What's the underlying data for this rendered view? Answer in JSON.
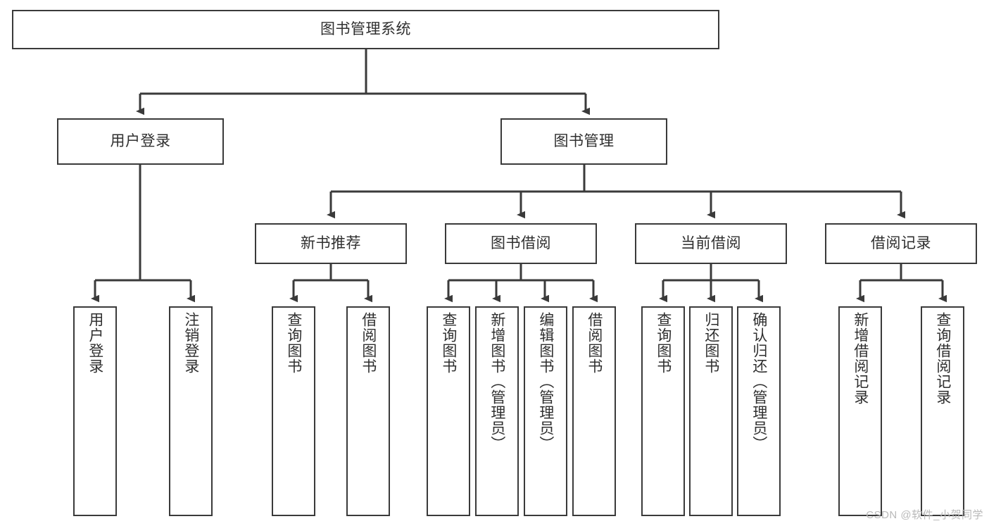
{
  "diagram": {
    "type": "tree",
    "title": "图书管理系统",
    "orientation": "top-down",
    "colors": {
      "box_border": "#3a3a3a",
      "box_fill": "#ffffff",
      "connector": "#3a3a3a",
      "text": "#2f2f2f",
      "watermark": "#b9b9b9",
      "background": "#ffffff"
    },
    "root": {
      "id": "root",
      "label": "图书管理系统"
    },
    "level2": [
      {
        "id": "login",
        "label": "用户登录"
      },
      {
        "id": "bookmgmt",
        "label": "图书管理"
      }
    ],
    "level3": [
      {
        "id": "newbook",
        "label": "新书推荐",
        "parent": "bookmgmt"
      },
      {
        "id": "borrow",
        "label": "图书借阅",
        "parent": "bookmgmt"
      },
      {
        "id": "current",
        "label": "当前借阅",
        "parent": "bookmgmt"
      },
      {
        "id": "records",
        "label": "借阅记录",
        "parent": "bookmgmt"
      }
    ],
    "leaves": [
      {
        "id": "leaf-1",
        "label": "用户登录",
        "parent": "login"
      },
      {
        "id": "leaf-2",
        "label": "注销登录",
        "parent": "login"
      },
      {
        "id": "leaf-3",
        "label": "查询图书",
        "parent": "newbook"
      },
      {
        "id": "leaf-4",
        "label": "借阅图书",
        "parent": "newbook"
      },
      {
        "id": "leaf-5",
        "label": "查询图书",
        "parent": "borrow"
      },
      {
        "id": "leaf-6",
        "label": "新增图书（管理员）",
        "parent": "borrow"
      },
      {
        "id": "leaf-7",
        "label": "编辑图书（管理员）",
        "parent": "borrow"
      },
      {
        "id": "leaf-8",
        "label": "借阅图书",
        "parent": "borrow"
      },
      {
        "id": "leaf-9",
        "label": "查询图书",
        "parent": "current"
      },
      {
        "id": "leaf-10",
        "label": "归还图书",
        "parent": "current"
      },
      {
        "id": "leaf-11",
        "label": "确认归还（管理员）",
        "parent": "current"
      },
      {
        "id": "leaf-12",
        "label": "新增借阅记录",
        "parent": "records"
      },
      {
        "id": "leaf-13",
        "label": "查询借阅记录",
        "parent": "records"
      }
    ]
  },
  "watermark": {
    "text": "CSDN @软件_小贺同学"
  }
}
